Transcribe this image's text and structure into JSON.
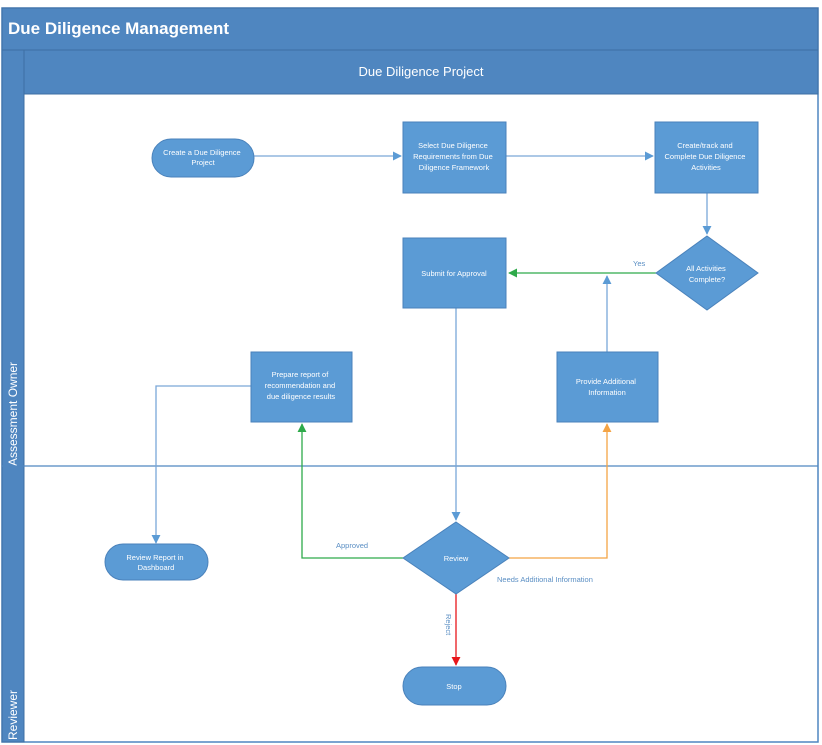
{
  "title": "Due Diligence Management",
  "pool_header": "Due Diligence Project",
  "lanes": {
    "assessment_owner": "Assessment Owner",
    "reviewer": "Reviewer"
  },
  "colors": {
    "header_blue": "#4f86c0",
    "node_blue": "#5b9bd5",
    "arrow_blue": "#7aa7d8",
    "approved_green": "#2eaa4a",
    "needs_info_orange": "#f4a445",
    "reject_red": "#e8171b",
    "edge_label": "#5b8fc4"
  },
  "nodes": {
    "create": [
      "Create a Due Diligence",
      "Project"
    ],
    "select": [
      "Select Due Diligence",
      "Requirements from Due",
      "Diligence Framework"
    ],
    "complete": [
      "Create/track and",
      "Complete Due Diligence",
      "Activities"
    ],
    "all_complete": [
      "All Activities",
      "Complete?"
    ],
    "submit": [
      "Submit for Approval"
    ],
    "provide": [
      "Provide Additional",
      "Information"
    ],
    "prepare": [
      "Prepare report of",
      "recommendation and",
      "due diligence results"
    ],
    "review_report": [
      "Review Report in",
      "Dashboard"
    ],
    "review": [
      "Review"
    ],
    "stop": [
      "Stop"
    ]
  },
  "edge_labels": {
    "yes": "Yes",
    "approved": "Approved",
    "needs_info": "Needs Additional Information",
    "reject": "Reject"
  }
}
